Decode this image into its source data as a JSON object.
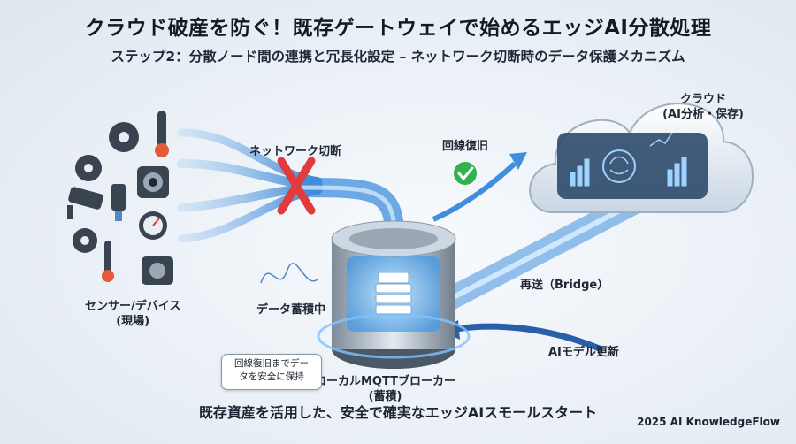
{
  "title": "クラウド破産を防ぐ！既存ゲートウェイで始めるエッジAI分散処理",
  "subtitle": "ステップ2：分散ノード間の連携と冗長化設定 – ネットワーク切断時のデータ保護メカニズム",
  "labels": {
    "sensors_line1": "センサー/デバイス",
    "sensors_line2": "(現場)",
    "network_cut": "ネットワーク切断",
    "recovered": "回線復旧",
    "cloud_line1": "クラウド",
    "cloud_line2": "(AI分析・保存)",
    "buffering": "データ蓄積中",
    "resend": "再送（Bridge）",
    "model_update": "AIモデル更新",
    "broker_line1": "ローカルMQTTブローカー",
    "broker_line2": "(蓄積)"
  },
  "note": {
    "line1": "回線復旧までデー",
    "line2": "タを安全に保持"
  },
  "footer": "既存資産を活用した、安全で確実なエッジAIスモールスタート",
  "credit": "2025 AI KnowledgeFlow",
  "icons": [
    "gear-icon",
    "thermometer-icon",
    "camera-icon",
    "security-camera-icon",
    "sensor-plug-icon",
    "gauge-icon",
    "brain-icon",
    "x-mark-icon",
    "check-icon",
    "document-stack-icon",
    "cloud-icon"
  ],
  "colors": {
    "flow": "#3f8fdc",
    "cut": "#e23b3b",
    "ok": "#2fb34a",
    "cloud": "#2d4a6b",
    "text": "#1b2430"
  }
}
